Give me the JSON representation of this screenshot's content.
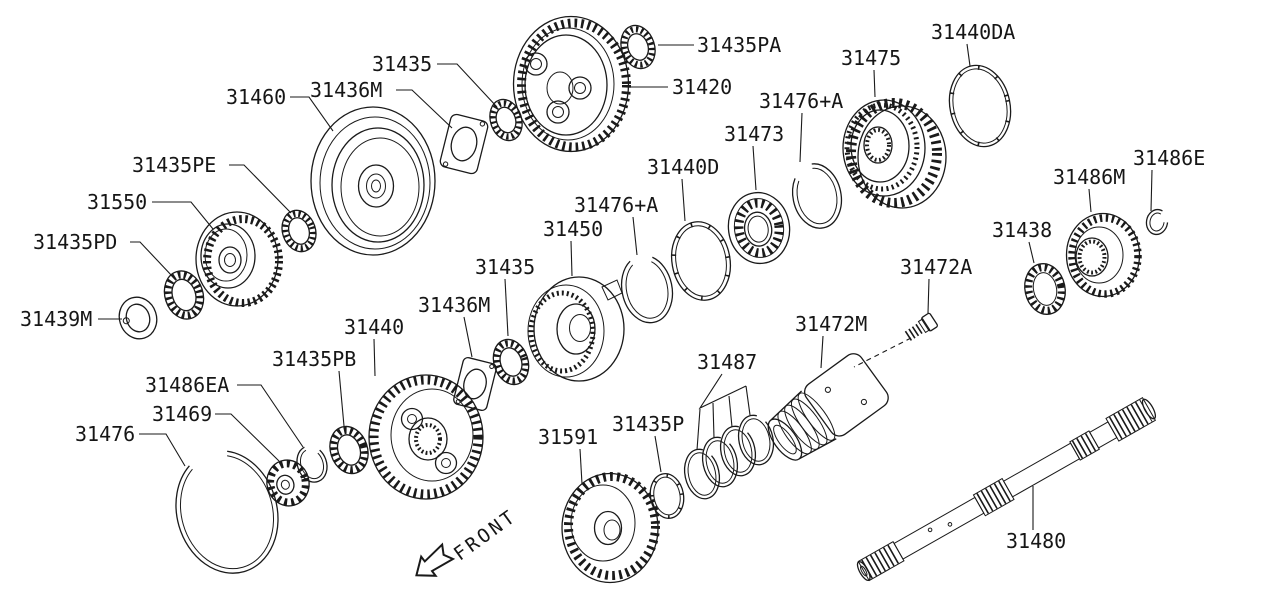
{
  "diagram": {
    "type": "exploded-parts-diagram",
    "colors": {
      "background": "#ffffff",
      "line": "#1a1a1a"
    },
    "front_indicator": {
      "label": "FRONT"
    },
    "part_labels": [
      {
        "id": "31435-top",
        "label": "31435"
      },
      {
        "id": "31436M-top",
        "label": "31436M"
      },
      {
        "id": "31460",
        "label": "31460"
      },
      {
        "id": "31435PE",
        "label": "31435PE"
      },
      {
        "id": "31550",
        "label": "31550"
      },
      {
        "id": "31435PD",
        "label": "31435PD"
      },
      {
        "id": "31439M",
        "label": "31439M"
      },
      {
        "id": "31435PA",
        "label": "31435PA"
      },
      {
        "id": "31420",
        "label": "31420"
      },
      {
        "id": "31476A-top",
        "label": "31476+A"
      },
      {
        "id": "31473",
        "label": "31473"
      },
      {
        "id": "31440D",
        "label": "31440D"
      },
      {
        "id": "31440DA",
        "label": "31440DA"
      },
      {
        "id": "31475",
        "label": "31475"
      },
      {
        "id": "31486E",
        "label": "31486E"
      },
      {
        "id": "31486M",
        "label": "31486M"
      },
      {
        "id": "31438",
        "label": "31438"
      },
      {
        "id": "31476A-mid",
        "label": "31476+A"
      },
      {
        "id": "31450",
        "label": "31450"
      },
      {
        "id": "31435-mid",
        "label": "31435"
      },
      {
        "id": "31436M-mid",
        "label": "31436M"
      },
      {
        "id": "31440",
        "label": "31440"
      },
      {
        "id": "31435PB",
        "label": "31435PB"
      },
      {
        "id": "31486EA",
        "label": "31486EA"
      },
      {
        "id": "31469",
        "label": "31469"
      },
      {
        "id": "31476",
        "label": "31476"
      },
      {
        "id": "31591",
        "label": "31591"
      },
      {
        "id": "31435P",
        "label": "31435P"
      },
      {
        "id": "31487",
        "label": "31487"
      },
      {
        "id": "31472M",
        "label": "31472M"
      },
      {
        "id": "31472A",
        "label": "31472A"
      },
      {
        "id": "31480",
        "label": "31480"
      }
    ]
  }
}
